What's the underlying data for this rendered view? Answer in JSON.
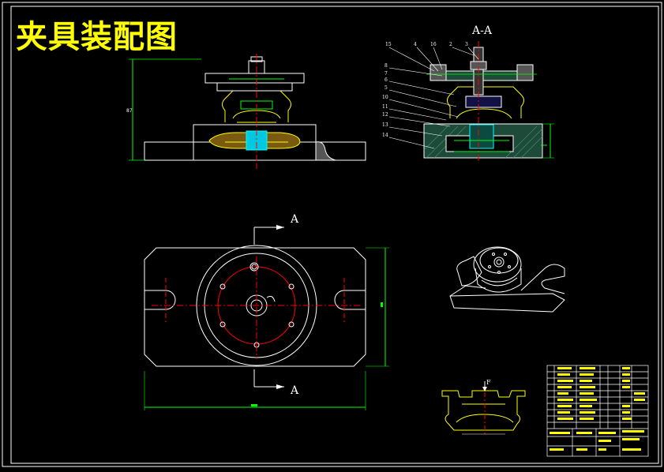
{
  "drawing": {
    "title": "夹具装配图",
    "section_label": "A-A",
    "cut_label_top": "A",
    "cut_label_bottom": "A",
    "force_label": "F",
    "balloons": [
      "15",
      "4",
      "16",
      "2",
      "3",
      "8",
      "7",
      "6",
      "5",
      "10",
      "11",
      "12",
      "13",
      "14"
    ]
  },
  "colors": {
    "background": "#000000",
    "outline": "#ffffff",
    "part": "#ffff00",
    "center_line": "#ff0000",
    "dimension": "#00ff00",
    "hatch": "#00ffff",
    "highlight": "#00e5ff"
  }
}
